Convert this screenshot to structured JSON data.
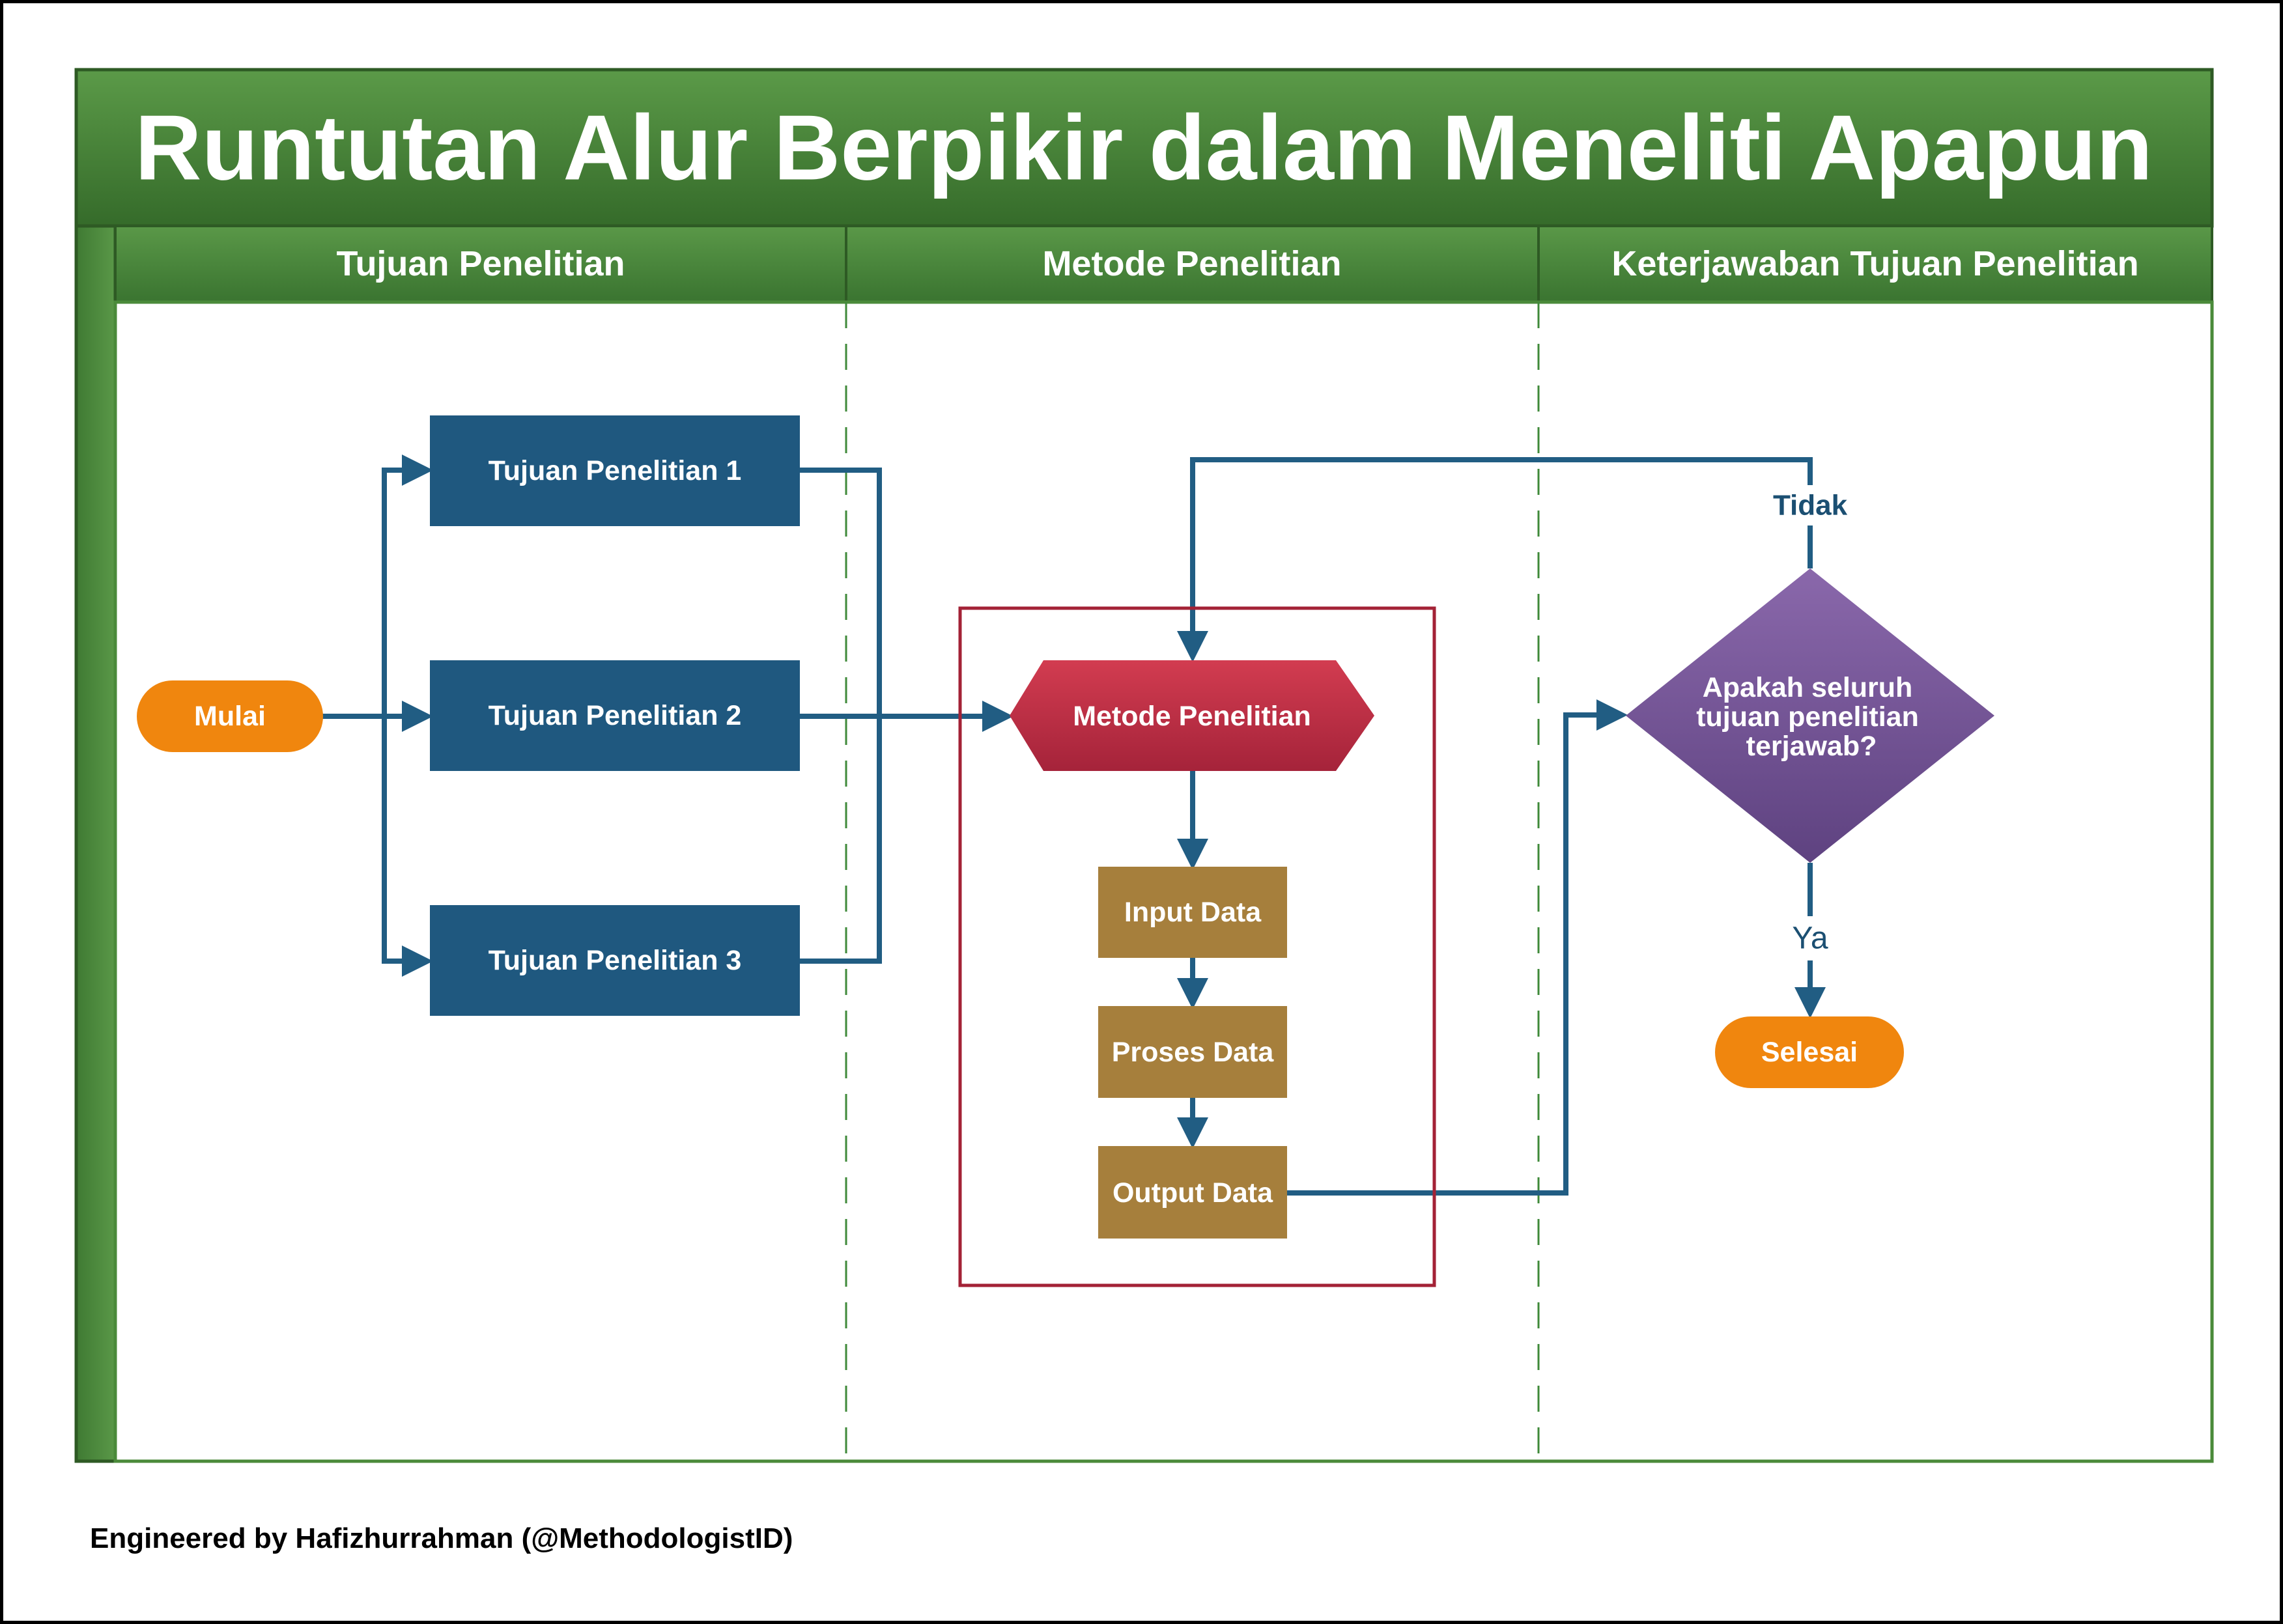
{
  "title": "Runtutan Alur Berpikir dalam Meneliti Apapun",
  "lanes": [
    {
      "label": "Tujuan Penelitian"
    },
    {
      "label": "Metode Penelitian"
    },
    {
      "label": "Keterjawaban Tujuan Penelitian"
    }
  ],
  "nodes": {
    "start": "Mulai",
    "goal_1": "Tujuan Penelitian 1",
    "goal_2": "Tujuan Penelitian 2",
    "goal_3": "Tujuan Penelitian 3",
    "method": "Metode Penelitian",
    "input": "Input Data",
    "process": "Proses Data",
    "output": "Output Data",
    "decision": [
      "Apakah seluruh",
      "tujuan penelitian",
      "terjawab?"
    ],
    "end": "Selesai"
  },
  "edges": {
    "no_label": "Tidak",
    "yes_label": "Ya"
  },
  "credit": "Engineered by Hafizhurrahman (@MethodologistID)",
  "colors": {
    "header_green": "#4e8a3e",
    "lane_green": "#4a8a3a",
    "goal_blue": "#1f587f",
    "terminal_orange": "#f0860e",
    "method_red": "#c23348",
    "data_brown": "#a67f3c",
    "decision_purple": "#7a5a9a",
    "arrow_blue": "#215d83",
    "group_border": "#a32236"
  }
}
